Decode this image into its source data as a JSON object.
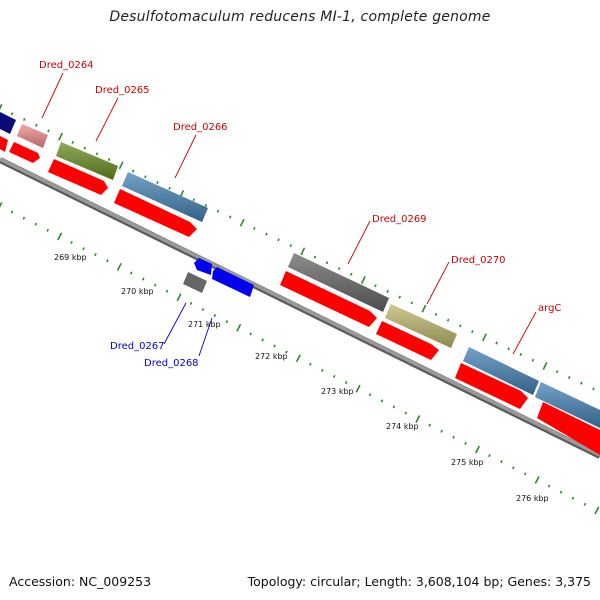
{
  "title": "Desulfotomaculum reducens MI-1, complete genome",
  "footer": {
    "accession": "Accession: NC_009253",
    "topology": "Topology: circular; Length: 3,608,104 bp; Genes: 3,375"
  },
  "colors": {
    "backbone": "#8a8a8a",
    "cds": "#ff0000",
    "tick": "#2a8a2a",
    "label_top": "#cc0000",
    "label_bottom": "#0000cc"
  },
  "scale_labels": [
    "269 kbp",
    "270 kbp",
    "271 kbp",
    "272 kbp",
    "273 kbp",
    "274 kbp",
    "275 kbp",
    "276 kbp"
  ],
  "gene_labels": [
    {
      "text": "Dred_0264",
      "group": "top"
    },
    {
      "text": "Dred_0265",
      "group": "top"
    },
    {
      "text": "Dred_0266",
      "group": "top"
    },
    {
      "text": "Dred_0269",
      "group": "top"
    },
    {
      "text": "Dred_0270",
      "group": "top"
    },
    {
      "text": "argC",
      "group": "top"
    },
    {
      "text": "Dred_0267",
      "group": "bottom"
    },
    {
      "text": "Dred_0268",
      "group": "bottom"
    }
  ],
  "features": [
    {
      "name": "navy-feature",
      "color": "#0a0a7a"
    },
    {
      "name": "Dred_0264",
      "color": "#f08a8a"
    },
    {
      "name": "Dred_0265",
      "color": "#6b8e23"
    },
    {
      "name": "Dred_0266",
      "color": "#4682b4"
    },
    {
      "name": "Dred_0269",
      "color": "#666666"
    },
    {
      "name": "Dred_0270",
      "color": "#bdb76b"
    },
    {
      "name": "argC",
      "color": "#4682b4"
    },
    {
      "name": "Dred_0267",
      "color": "#666666"
    },
    {
      "name": "Dred_0268",
      "color": "#0000ee"
    }
  ]
}
